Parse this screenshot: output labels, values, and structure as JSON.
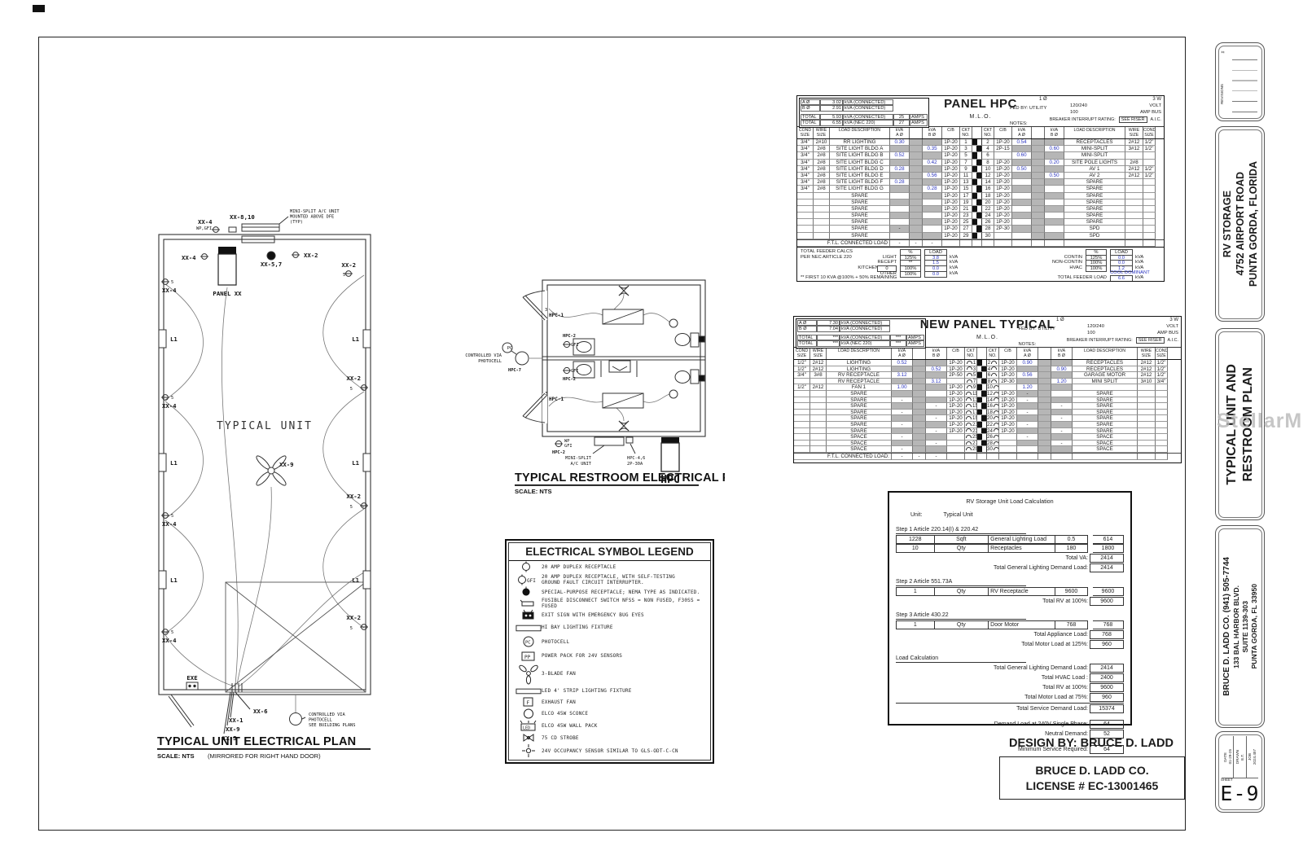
{
  "meta": {
    "colors": {
      "value_blue": "#2b35c0",
      "shade_gray": "#b6b6b6",
      "line": "#1c1c1c",
      "watermark_gray": "#b9b9b9"
    }
  },
  "watermark": "StellarMLS",
  "footer": {
    "design_by": "DESIGN BY: BRUCE D. LADD",
    "license": [
      "BRUCE D. LADD CO.",
      "LICENSE # EC-13001465"
    ]
  },
  "titleblock": {
    "rev_no": "#",
    "revisions": "REVISIONS",
    "project": [
      "RV STORAGE",
      "4752 AIRPORT ROAD",
      "PUNTA GORDA, FLORIDA"
    ],
    "sheet_title": [
      "TYPICAL UNIT AND",
      "RESTROOM PLAN"
    ],
    "firm": [
      "BRUCE D. LADD CO. (941) 505-7744",
      "133 BAL HARBOR BLVD.",
      "SUITE 1139-303",
      "PUNTA GORDA, FL 33950"
    ],
    "date_label": "DATE",
    "date": "01-29-25",
    "drawn_label": "DRAWN",
    "drawn": "E.T.",
    "job_label": "JOB",
    "job": "2024.457",
    "sheet_label": "SHEET",
    "sheet_no": "E-9"
  },
  "unit_plan": {
    "title": "TYPICAL UNIT ELECTRICAL PLAN",
    "scale": "SCALE: NTS",
    "mirror_note": "(MIRRORED FOR RIGHT HAND DOOR)",
    "room": "TYPICAL UNIT",
    "panel_label": "PANEL XX",
    "ms_note": [
      "MINI-SPLIT A/C UNIT",
      "MOUNTED ABOVE DFE",
      "(TYP)"
    ],
    "pc_note": [
      "CONTROLLED VIA",
      "PHOTOCELL",
      "SEE BUILDING PLANS"
    ],
    "lbl": {
      "xx4": "XX-4",
      "wpgfi": "WP,GFI",
      "xx810": "XX-8,10",
      "xx57": "XX-5,7",
      "xx2": "XX-2",
      "five": "5",
      "l1": "L1",
      "xx9": "XX-9",
      "exe": "EXE",
      "xx6": "XX-6",
      "xx1": "XX-1",
      "xx3": "XX-3"
    }
  },
  "restroom_plan": {
    "title": "TYPICAL RESTROOM ELECTRICAL PLAN",
    "scale": "SCALE: NTS",
    "pc_note": [
      "CONTROLLED VIA",
      "PHOTOCELL"
    ],
    "lbl": {
      "hpc1": "HPC-1",
      "hpc2": "HPC-2",
      "gfi": "GFI",
      "hpc7": "HPC-7",
      "pc": "PC",
      "wp": "WP",
      "three": "3",
      "ms1": "MINI-SPLIT",
      "ms2": "A/C UNIT",
      "fd1": "HPC-4,6",
      "fd2": "2P-30A",
      "hpc": "HPC"
    }
  },
  "legend": {
    "title": "ELECTRICAL SYMBOL LEGEND",
    "rows": [
      {
        "icon": "duplex-receptacle-icon",
        "lines": [
          "20 AMP DUPLEX RECEPTACLE"
        ],
        "h": 13
      },
      {
        "icon": "gfi-receptacle-icon",
        "lines": [
          "20 AMP DUPLEX RECEPTACLE, WITH SELF-TESTING",
          "GROUND FAULT CIRCUIT INTERRUPTER."
        ],
        "h": 17
      },
      {
        "icon": "special-receptacle-icon",
        "lines": [
          "SPECIAL-PURPOSE RECEPTACLE; NEMA TYPE AS INDICATED."
        ],
        "h": 12
      },
      {
        "icon": "disconnect-switch-icon",
        "lines": [
          "FUSIBLE DISCONNECT SWITCH NFSS = NON FUSED, F30SS = FUSED"
        ],
        "h": 12
      },
      {
        "icon": "exit-sign-icon",
        "lines": [
          "EXIT SIGN WITH EMERGENCY BUG EYES"
        ],
        "h": 13
      },
      {
        "icon": "hibay-fixture-icon",
        "lines": [
          "HI BAY LIGHTING FIXTURE"
        ],
        "h": 17
      },
      {
        "icon": "photocell-icon",
        "lines": [
          "PHOTOCELL"
        ],
        "h": 18
      },
      {
        "icon": "power-pack-icon",
        "lines": [
          "POWER PACK FOR 24V SENSORS"
        ],
        "h": 17
      },
      {
        "icon": "three-blade-fan-icon",
        "lines": [
          "3-BLADE FAN"
        ],
        "h": 27
      },
      {
        "icon": "led-strip-icon",
        "lines": [
          "LED 4' STRIP LIGHTING FIXTURE"
        ],
        "h": 14
      },
      {
        "icon": "exhaust-fan-icon",
        "lines": [
          "EXHAUST FAN"
        ],
        "h": 14
      },
      {
        "icon": "sconce-icon",
        "lines": [
          "ELCO 45W SCONCE"
        ],
        "h": 14
      },
      {
        "icon": "wall-pack-icon",
        "lines": [
          "ELCO 45W WALL PACK"
        ],
        "h": 15
      },
      {
        "icon": "strobe-icon",
        "lines": [
          "75 CD STROBE"
        ],
        "h": 14
      },
      {
        "icon": "occupancy-sensor-icon",
        "lines": [
          "24V OCCUPANCY SENSOR SIMILAR TO GLS-ODT-C-CN"
        ],
        "h": 15
      }
    ]
  },
  "panel_hpc": {
    "title": "PANEL HPC",
    "arcs": false,
    "head": {
      "mlo": "M.L.O.",
      "fed": "FED BY:  UTILITY",
      "notes": "NOTES:",
      "ph1": "1  Ø",
      "ph2": "3  W",
      "volt1": "120/240",
      "volt2": "VOLT",
      "bus1": "100",
      "bus2": "AMP BUS",
      "bir": "BREAKER INTERRUPT RATING:",
      "bir_val": "SEE RISER",
      "aic": "A.I.C."
    },
    "conn": [
      [
        "A Ø",
        "3.02",
        "kVA (CONNECTED)",
        "",
        ""
      ],
      [
        "B Ø",
        "2.91",
        "kVA (CONNECTED)",
        "",
        ""
      ],
      [
        "TOTAL",
        "5.93",
        "kVA (CONNECTED)",
        "25",
        "AMPS"
      ],
      [
        "TOTAL",
        "6.55",
        "kVA (NEC 220)",
        "27",
        "AMPS"
      ]
    ],
    "colhead": [
      [
        "COND",
        "SIZE"
      ],
      [
        "WIRE",
        "SIZE"
      ],
      [
        "LOAD DESCRIPTION",
        ""
      ],
      [
        "kVA",
        "A Ø"
      ],
      [
        "",
        ""
      ],
      [
        "kVA",
        "B Ø"
      ],
      [
        "C/B",
        ""
      ],
      [
        "CKT",
        "NO."
      ],
      [
        "",
        ""
      ],
      [
        "CKT",
        "NO."
      ],
      [
        "C/B",
        ""
      ],
      [
        "kVA",
        "A Ø"
      ],
      [
        "",
        ""
      ],
      [
        "kVA",
        "B Ø"
      ],
      [
        "LOAD DESCRIPTION",
        ""
      ],
      [
        "WIRE",
        "SIZE"
      ],
      [
        "COND",
        "SIZE"
      ]
    ],
    "rows": [
      {
        "l": [
          "3/4\"",
          "2#10",
          "RR LIGHTING",
          "0.30",
          "",
          "1P-20",
          "1"
        ],
        "r": [
          "2",
          "1P-20",
          "0.54",
          "",
          "RECEPTACLES",
          "2#12",
          "1/2\""
        ]
      },
      {
        "l": [
          "3/4\"",
          "2#8",
          "SITE LIGHT BLDG A",
          "",
          "0.35",
          "1P-20",
          "3"
        ],
        "r": [
          "4",
          "2P-15",
          "",
          "0.60",
          "MINI-SPLIT",
          "3#12",
          "1/2\""
        ]
      },
      {
        "l": [
          "3/4\"",
          "2#8",
          "SITE LIGHT BLDG B",
          "0.52",
          "",
          "1P-20",
          "5"
        ],
        "r": [
          "6",
          "",
          "0.60",
          "",
          "MINI-SPLIT",
          "",
          ""
        ]
      },
      {
        "l": [
          "3/4\"",
          "2#8",
          "SITE LIGHT BLDG C",
          "",
          "0.42",
          "1P-20",
          "7"
        ],
        "r": [
          "8",
          "1P-20",
          "",
          "0.20",
          "SITE POLE LIGHTS",
          "2#8",
          ""
        ]
      },
      {
        "l": [
          "3/4\"",
          "2#8",
          "SITE LIGHT BLDG D",
          "0.28",
          "",
          "1P-20",
          "9"
        ],
        "r": [
          "10",
          "1P-20",
          "0.50",
          "",
          "AV 1",
          "2#12",
          "1/2\""
        ]
      },
      {
        "l": [
          "3/4\"",
          "2#8",
          "SITE LIGHT BLDG E",
          "",
          "0.56",
          "1P-20",
          "11"
        ],
        "r": [
          "12",
          "1P-20",
          "",
          "0.50",
          "AV 2",
          "2#12",
          "1/2\""
        ]
      },
      {
        "l": [
          "3/4\"",
          "2#8",
          "SITE LIGHT BLDG F",
          "0.28",
          "",
          "1P-20",
          "13"
        ],
        "r": [
          "14",
          "1P-20",
          "",
          "",
          "SPARE",
          "",
          ""
        ]
      },
      {
        "l": [
          "3/4\"",
          "2#8",
          "SITE LIGHT BLDG G",
          "",
          "0.28",
          "1P-20",
          "15"
        ],
        "r": [
          "16",
          "1P-20",
          "",
          "",
          "SPARE",
          "",
          ""
        ]
      },
      {
        "l": [
          "",
          "",
          "SPARE",
          "",
          "",
          "1P-20",
          "17"
        ],
        "r": [
          "18",
          "1P-20",
          "",
          "",
          "SPARE",
          "",
          ""
        ]
      },
      {
        "l": [
          "",
          "",
          "SPARE",
          "",
          "",
          "1P-20",
          "19"
        ],
        "r": [
          "20",
          "1P-20",
          "",
          "",
          "SPARE",
          "",
          ""
        ]
      },
      {
        "l": [
          "",
          "",
          "SPARE",
          "",
          "",
          "1P-20",
          "21"
        ],
        "r": [
          "22",
          "1P-20",
          "",
          "",
          "SPARE",
          "",
          ""
        ]
      },
      {
        "l": [
          "",
          "",
          "SPARE",
          "",
          "",
          "1P-20",
          "23"
        ],
        "r": [
          "24",
          "1P-20",
          "",
          "",
          "SPARE",
          "",
          ""
        ]
      },
      {
        "l": [
          "",
          "",
          "SPARE",
          "",
          "",
          "1P-20",
          "25"
        ],
        "r": [
          "26",
          "1P-20",
          "",
          "",
          "SPARE",
          "",
          ""
        ]
      },
      {
        "l": [
          "",
          "",
          "SPARE",
          "-",
          "",
          "1P-20",
          "27"
        ],
        "r": [
          "28",
          "2P-30",
          "",
          "",
          "SPD",
          "",
          ""
        ]
      },
      {
        "l": [
          "",
          "",
          "SPARE",
          "",
          "",
          "1P-20",
          "29"
        ],
        "r": [
          "30",
          "",
          "",
          "",
          "SPD",
          "",
          ""
        ]
      }
    ],
    "ftl": {
      "label": "F.T.L. CONNECTED LOAD",
      "vals": [
        "-",
        "-",
        "-"
      ]
    },
    "feeder": {
      "l_title": "TOTAL FEEDER CALCS",
      "l_sub": "PER NEC ARTICLE 220",
      "pct": "%",
      "load": "LOAD",
      "kva": "kVA",
      "left": [
        {
          "label": "LIGHT",
          "pct": "125%",
          "load": "3.8"
        },
        {
          "label": "RECEPT",
          "pct": "**",
          "load": "1.5"
        },
        {
          "label": "KITCHEN COUNT",
          "extra": "0",
          "pct": "100%",
          "load": "0.0"
        },
        {
          "label": "OTHER",
          "pct": "100%",
          "load": "0.0"
        }
      ],
      "right": [
        {
          "label": "CONTIN",
          "pct": "125%",
          "load": "0.0"
        },
        {
          "label": "NON-CONTIN",
          "pct": "100%",
          "load": "0.0"
        },
        {
          "label": "HVAC",
          "pct": "100%",
          "load": "1.2"
        }
      ],
      "cool": "COOL DOMINANT",
      "total_label": "TOTAL FEEDER LOAD",
      "total": "6.6",
      "foot": "** FIRST 10 KVA @100% + 50% REMAINING"
    }
  },
  "panel_typical": {
    "title": "NEW PANEL TYPICAL",
    "arcs": true,
    "head": {
      "mlo": "M.L.O.",
      "fed": "FED BY: UTILITY",
      "notes": "NOTES:",
      "ph1": "1 Ø",
      "ph2": "3 W",
      "volt1": "120/240",
      "volt2": "VOLT",
      "bus1": "100",
      "bus2": "AMP BUS",
      "bir": "BREAKER INTERRUPT RATING:",
      "bir_val": "SEE RISER",
      "aic": "A.I.C."
    },
    "conn": [
      [
        "A Ø",
        "7.30",
        "kVA (CONNECTED)",
        "",
        ""
      ],
      [
        "B Ø",
        "7.04",
        "kVA (CONNECTED)",
        "",
        ""
      ],
      [
        "TOTAL",
        "***",
        "kVA (CONNECTED)",
        "***",
        "AMPS"
      ],
      [
        "TOTAL",
        "***",
        "kVA (NEC 220)",
        "***",
        "AMPS"
      ]
    ],
    "colhead": [
      [
        "COND",
        "SIZE"
      ],
      [
        "WIRE",
        "SIZE"
      ],
      [
        "LOAD DESCRIPTION",
        ""
      ],
      [
        "kVA",
        "A Ø"
      ],
      [
        "",
        ""
      ],
      [
        "kVA",
        "B Ø"
      ],
      [
        "C/B",
        ""
      ],
      [
        "CKT",
        "NO."
      ],
      [
        "",
        ""
      ],
      [
        "CKT",
        "NO."
      ],
      [
        "C/B",
        ""
      ],
      [
        "kVA",
        "A Ø"
      ],
      [
        "",
        ""
      ],
      [
        "kVA",
        "B Ø"
      ],
      [
        "LOAD DESCRIPTION",
        ""
      ],
      [
        "WIRE",
        "SIZE"
      ],
      [
        "COND",
        "SIZE"
      ]
    ],
    "rows": [
      {
        "l": [
          "1/2\"",
          "2#12",
          "LIGHTING",
          "0.52",
          "",
          "1P-20",
          "1"
        ],
        "r": [
          "2",
          "1P-20",
          "0.90",
          "",
          "RECEPTACLES",
          "2#12",
          "1/2\""
        ]
      },
      {
        "l": [
          "1/2\"",
          "2#12",
          "LIGHTING",
          "",
          "0.52",
          "1P-20",
          "3"
        ],
        "r": [
          "4",
          "1P-20",
          "",
          "0.90",
          "RECEPTACLES",
          "2#12",
          "1/2\""
        ]
      },
      {
        "l": [
          "3/4\"",
          "3#8",
          "RV RECEPTACLE",
          "3.12",
          "",
          "2P-50",
          "5"
        ],
        "r": [
          "6",
          "1P-20",
          "0.56",
          "",
          "GARAGE MOTOR",
          "2#12",
          "1/2\""
        ]
      },
      {
        "l": [
          "",
          "",
          "RV RECEPTACLE",
          "",
          "3.12",
          "",
          "7"
        ],
        "r": [
          "8",
          "2P-30",
          "",
          "1.20",
          "MINI SPLIT",
          "3#10",
          "3/4\""
        ]
      },
      {
        "l": [
          "1/2\"",
          "2#12",
          "FAN 1",
          "1.00",
          "",
          "1P-20",
          "9"
        ],
        "r": [
          "10",
          "",
          "1.20",
          "",
          "",
          "",
          ""
        ]
      },
      {
        "l": [
          "",
          "",
          "SPARE",
          "",
          "",
          "1P-20",
          "11"
        ],
        "r": [
          "12",
          "1P-20",
          "-",
          "",
          "SPARE",
          "",
          ""
        ]
      },
      {
        "l": [
          "",
          "",
          "SPARE",
          "-",
          "",
          "1P-20",
          "13"
        ],
        "r": [
          "14",
          "1P-20",
          "-",
          "",
          "SPARE",
          "",
          ""
        ]
      },
      {
        "l": [
          "",
          "",
          "SPARE",
          "",
          "-",
          "1P-20",
          "15"
        ],
        "r": [
          "16",
          "1P-20",
          "",
          "-",
          "SPARE",
          "",
          ""
        ]
      },
      {
        "l": [
          "",
          "",
          "SPARE",
          "-",
          "",
          "1P-20",
          "17"
        ],
        "r": [
          "18",
          "1P-20",
          "-",
          "",
          "SPARE",
          "",
          ""
        ]
      },
      {
        "l": [
          "",
          "",
          "SPARE",
          "",
          "-",
          "1P-20",
          "19"
        ],
        "r": [
          "20",
          "1P-20",
          "",
          "-",
          "SPARE",
          "",
          ""
        ]
      },
      {
        "l": [
          "",
          "",
          "SPARE",
          "-",
          "",
          "1P-20",
          "21"
        ],
        "r": [
          "22",
          "1P-20",
          "-",
          "",
          "SPARE",
          "",
          ""
        ]
      },
      {
        "l": [
          "",
          "",
          "SPARE",
          "",
          "-",
          "1P-20",
          "23"
        ],
        "r": [
          "24",
          "1P-20",
          "",
          "-",
          "SPARE",
          "",
          ""
        ]
      },
      {
        "l": [
          "",
          "",
          "SPACE",
          "-",
          "",
          "",
          "25"
        ],
        "r": [
          "26",
          "",
          "-",
          "",
          "SPACE",
          "",
          ""
        ]
      },
      {
        "l": [
          "",
          "",
          "SPACE",
          "",
          "-",
          "",
          "27"
        ],
        "r": [
          "28",
          "",
          "",
          "-",
          "SPACE",
          "",
          ""
        ]
      },
      {
        "l": [
          "",
          "",
          "SPACE",
          "-",
          "",
          "",
          "29"
        ],
        "r": [
          "30",
          "",
          "",
          "",
          "SPACE",
          "",
          ""
        ]
      }
    ],
    "ftl": {
      "label": "F.T.L. CONNECTED LOAD:",
      "vals": [
        "-",
        "-",
        "-"
      ]
    }
  },
  "load_calc": {
    "title": "RV Storage Unit Load Calculation",
    "unit_label": "Unit:",
    "unit": "Typical Unit",
    "step1": {
      "head": "Step 1 Article 220.14(I) & 220.42",
      "rows": [
        [
          "1228",
          "Sqft",
          "General Lighting Load",
          "0.5",
          "614"
        ],
        [
          "10",
          "Qty",
          "Receptacles",
          "180",
          "1800"
        ]
      ],
      "total_va_label": "Total VA:",
      "total_va": "2414",
      "total_label": "Total General Lighting Demand Load:",
      "total": "2414"
    },
    "step2": {
      "head": "Step 2 Article 551.73A",
      "rows": [
        [
          "1",
          "Qty",
          "RV Receptacle",
          "9600",
          "9600"
        ]
      ],
      "total_label": "Total RV at 100%:",
      "total": "9600"
    },
    "step3": {
      "head": "Step 3 Article 430.22",
      "rows": [
        [
          "1",
          "Qty",
          "Door Motor",
          "768",
          "768"
        ]
      ],
      "appliance_label": "Total Appliance Load:",
      "appliance": "768",
      "motor_label": "Total Motor Load at 125%:",
      "motor": "960"
    },
    "calc": {
      "head": "Load Calculation",
      "lines": [
        [
          "Total General Lighting Demand Load:",
          "2414"
        ],
        [
          "Total HVAC Load :",
          "2400"
        ],
        [
          "Total RV at 100%:",
          "9600"
        ],
        [
          "Total Motor Load at 75%:",
          "960"
        ],
        [
          "Total Service Demand Load:",
          "15374"
        ]
      ],
      "demand_label": "Demand Load at 240V Single Phase:",
      "demand": "64",
      "neutral_label": "Neutral Demand:",
      "neutral": "52",
      "min_label": "Minimum Service Required:",
      "min": "64"
    }
  }
}
